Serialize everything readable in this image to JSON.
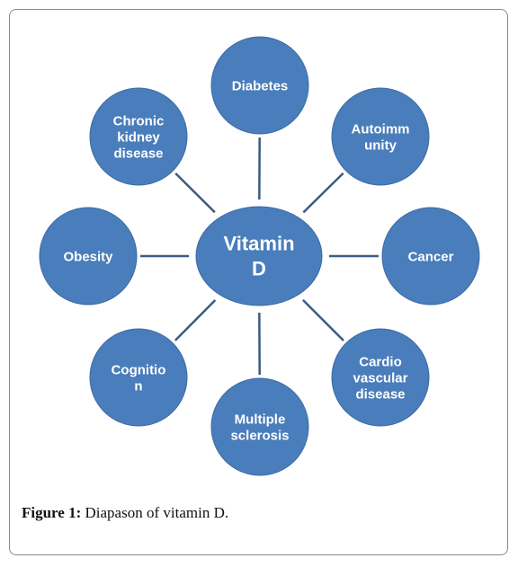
{
  "diagram": {
    "center": {
      "lines": [
        "Vitamin",
        "D"
      ]
    },
    "nodes": [
      {
        "id": "diabetes",
        "lines": [
          "Diabetes"
        ]
      },
      {
        "id": "autoimmunity",
        "lines": [
          "Autoimm",
          "unity"
        ]
      },
      {
        "id": "cancer",
        "lines": [
          "Cancer"
        ]
      },
      {
        "id": "cardiovascular-disease",
        "lines": [
          "Cardio",
          "vascular",
          "disease"
        ]
      },
      {
        "id": "multiple-sclerosis",
        "lines": [
          "Multiple",
          "sclerosis"
        ]
      },
      {
        "id": "cognition",
        "lines": [
          "Cognitio",
          "n"
        ]
      },
      {
        "id": "obesity",
        "lines": [
          "Obesity"
        ]
      },
      {
        "id": "chronic-kidney-disease",
        "lines": [
          "Chronic",
          "kidney",
          "disease"
        ]
      }
    ],
    "colors": {
      "node_fill": "#4a7dbb",
      "node_stroke": "#3a6aa3",
      "connector": "#3c5a82",
      "text": "#ffffff"
    }
  },
  "caption": {
    "label": "Figure 1:",
    "text": " Diapason of vitamin D."
  }
}
